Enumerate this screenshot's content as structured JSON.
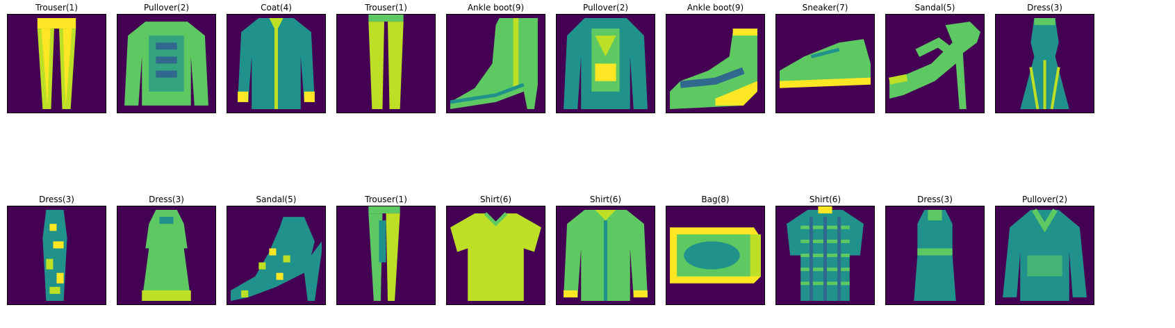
{
  "figure": {
    "panels": [
      {
        "title": "Trouser(1)",
        "item": "trouser"
      },
      {
        "title": "Pullover(2)",
        "item": "pullover"
      },
      {
        "title": "Coat(4)",
        "item": "coat"
      },
      {
        "title": "Trouser(1)",
        "item": "trouser-narrow"
      },
      {
        "title": "Ankle boot(9)",
        "item": "ankle-boot-heel"
      },
      {
        "title": "Pullover(2)",
        "item": "pullover-pattern"
      },
      {
        "title": "Ankle boot(9)",
        "item": "ankle-boot-wedge"
      },
      {
        "title": "Sneaker(7)",
        "item": "sneaker"
      },
      {
        "title": "Sandal(5)",
        "item": "sandal-heel"
      },
      {
        "title": "Dress(3)",
        "item": "dress"
      },
      {
        "title": "Dress(3)",
        "item": "dress-pattern"
      },
      {
        "title": "Dress(3)",
        "item": "dress-long"
      },
      {
        "title": "Sandal(5)",
        "item": "sandal-strappy"
      },
      {
        "title": "Trouser(1)",
        "item": "trouser-slim"
      },
      {
        "title": "Shirt(6)",
        "item": "tshirt"
      },
      {
        "title": "Shirt(6)",
        "item": "shirt"
      },
      {
        "title": "Bag(8)",
        "item": "bag"
      },
      {
        "title": "Shirt(6)",
        "item": "shirt-check"
      },
      {
        "title": "Dress(3)",
        "item": "dress-slim"
      },
      {
        "title": "Pullover(2)",
        "item": "pullover-hood"
      }
    ],
    "colormap": {
      "background": "#440154",
      "dark": "#31688e",
      "mid": "#21918c",
      "light": "#5ec962",
      "bright": "#bddf26",
      "max": "#fde725"
    }
  }
}
